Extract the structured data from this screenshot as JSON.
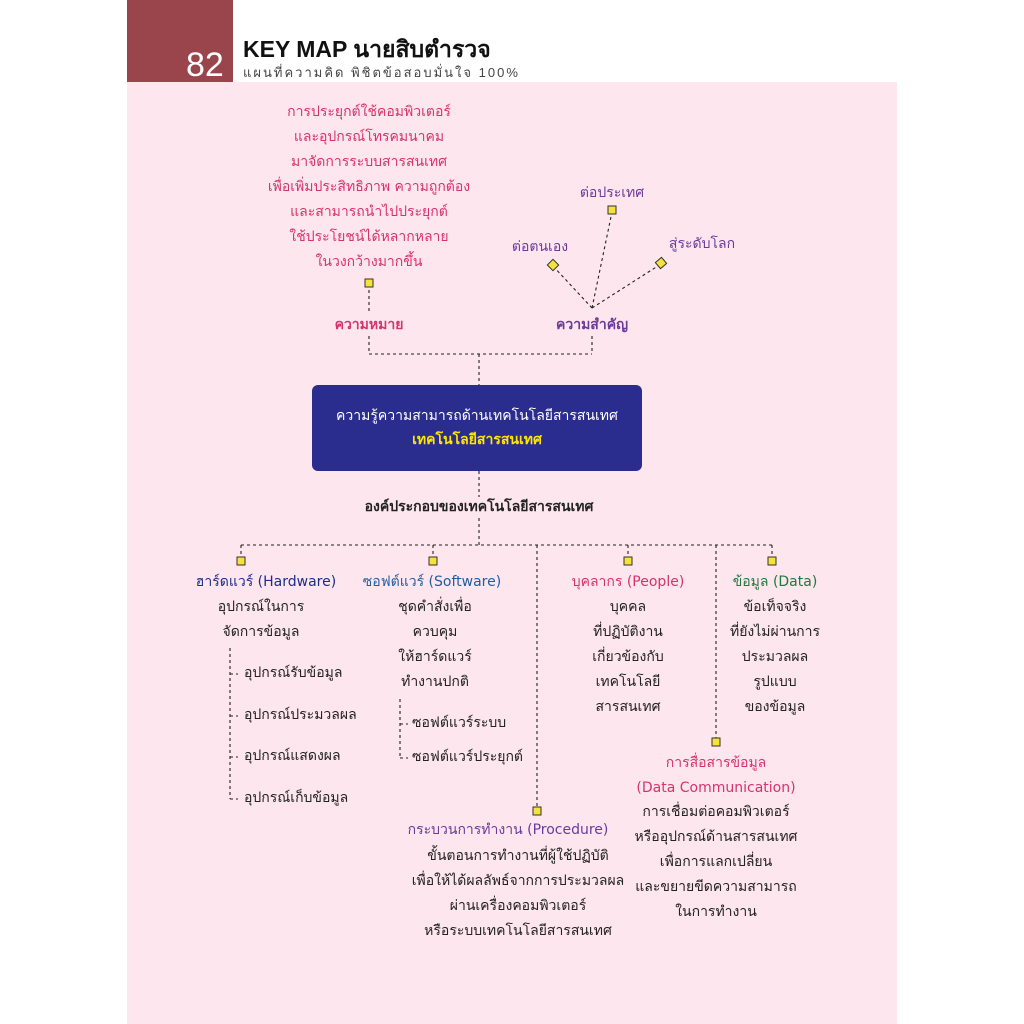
{
  "header": {
    "page_number": "82",
    "title": "KEY MAP นายสิบตำรวจ",
    "subtitle": "แผนที่ความคิด พิชิตข้อสอบมั่นใจ 100%"
  },
  "center": {
    "line1": "ความรู้ความสามารถด้านเทคโนโลยีสารสนเทศ",
    "line2": "เทคโนโลยีสารสนเทศ"
  },
  "meaning": {
    "heading": "ความหมาย",
    "lines": [
      "การประยุกต์ใช้คอมพิวเตอร์",
      "และอุปกรณ์โทรคมนาคม",
      "มาจัดการระบบสารสนเทศ",
      "เพื่อเพิ่มประสิทธิภาพ ความถูกต้อง",
      "และสามารถนำไปประยุกต์",
      "ใช้ประโยชน์ได้หลากหลาย",
      "ในวงกว้างมากขึ้น"
    ]
  },
  "importance": {
    "heading": "ความสำคัญ",
    "items": [
      "ต่อตนเอง",
      "ต่อประเทศ",
      "สู่ระดับโลก"
    ]
  },
  "components": {
    "heading": "องค์ประกอบของเทคโนโลยีสารสนเทศ",
    "hardware": {
      "title": "ฮาร์ดแวร์ (Hardware)",
      "lines": [
        "อุปกรณ์ในการ",
        "จัดการข้อมูล"
      ],
      "items": [
        "อุปกรณ์รับข้อมูล",
        "อุปกรณ์ประมวลผล",
        "อุปกรณ์แสดงผล",
        "อุปกรณ์เก็บข้อมูล"
      ]
    },
    "software": {
      "title": "ซอฟต์แวร์ (Software)",
      "lines": [
        "ชุดคำสั่งเพื่อ",
        "ควบคุม",
        "ให้ฮาร์ดแวร์",
        "ทำงานปกติ"
      ],
      "items": [
        "ซอฟต์แวร์ระบบ",
        "ซอฟต์แวร์ประยุกต์"
      ]
    },
    "people": {
      "title": "บุคลากร (People)",
      "lines": [
        "บุคคล",
        "ที่ปฏิบัติงาน",
        "เกี่ยวข้องกับ",
        "เทคโนโลยี",
        "สารสนเทศ"
      ]
    },
    "data": {
      "title": "ข้อมูล (Data)",
      "lines": [
        "ข้อเท็จจริง",
        "ที่ยังไม่ผ่านการ",
        "ประมวลผล",
        "รูปแบบ",
        "ของข้อมูล"
      ]
    },
    "procedure": {
      "title": "กระบวนการทำงาน (Procedure)",
      "lines": [
        "ขั้นตอนการทำงานที่ผู้ใช้ปฏิบัติ",
        "เพื่อให้ได้ผลลัพธ์จากการประมวลผล",
        "ผ่านเครื่องคอมพิวเตอร์",
        "หรือระบบเทคโนโลยีสารสนเทศ"
      ]
    },
    "communication": {
      "title": "การสื่อสารข้อมูล",
      "subtitle": "(Data Communication)",
      "lines": [
        "การเชื่อมต่อคอมพิวเตอร์",
        "หรืออุปกรณ์ด้านสารสนเทศ",
        "เพื่อการแลกเปลี่ยน",
        "และขยายขีดความสามารถ",
        "ในการทำงาน"
      ]
    }
  },
  "colors": {
    "page_background": "#fde6ee",
    "tab": "#9a454b",
    "center_box": "#2b2d8e",
    "center_highlight": "#ffe600",
    "magenta": "#d6336c",
    "purple": "#6b3a9a",
    "navy": "#1e2d8a",
    "green": "#1c7a3e"
  }
}
